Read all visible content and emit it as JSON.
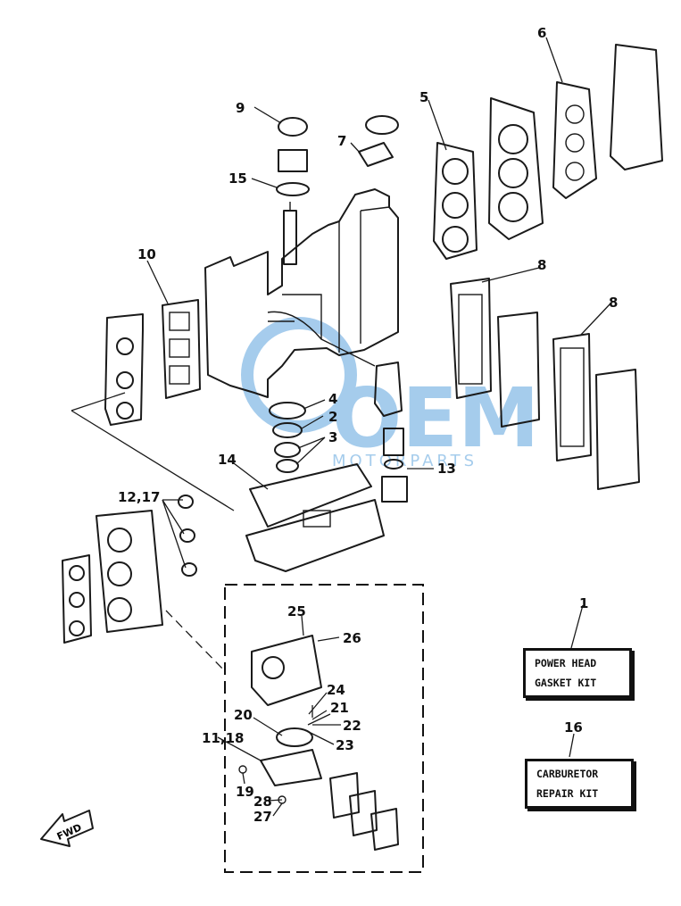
{
  "labels": {
    "n1": "1",
    "n2": "2",
    "n3": "3",
    "n4": "4",
    "n5": "5",
    "n6": "6",
    "n7": "7",
    "n8a": "8",
    "n8b": "8",
    "n9": "9",
    "n10": "10",
    "n11_18": "11,18",
    "n12_17": "12,17",
    "n13": "13",
    "n14": "14",
    "n15": "15",
    "n16": "16",
    "n19": "19",
    "n20": "20",
    "n21": "21",
    "n22": "22",
    "n23": "23",
    "n24": "24",
    "n25": "25",
    "n26": "26",
    "n27": "27",
    "n28": "28"
  },
  "kits": {
    "power_head": {
      "line1": "POWER HEAD",
      "line2": "GASKET KIT"
    },
    "carburetor": {
      "line1": "CARBURETOR",
      "line2": "REPAIR KIT"
    }
  },
  "fwd_label": "FWD",
  "watermark": {
    "main": "OEM",
    "sub": "MOTORPARTS",
    "color": "#3a8fd6"
  }
}
